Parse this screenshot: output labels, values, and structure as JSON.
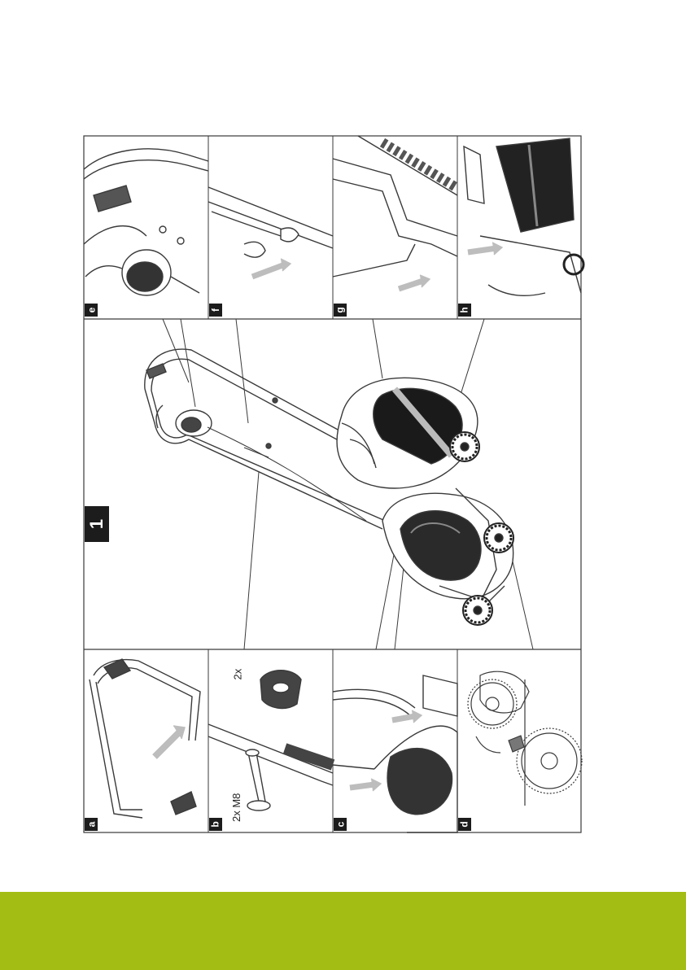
{
  "figure": {
    "number": "1",
    "panels": [
      {
        "id": "e",
        "label": "e"
      },
      {
        "id": "f",
        "label": "f"
      },
      {
        "id": "g",
        "label": "g"
      },
      {
        "id": "h",
        "label": "h"
      },
      {
        "id": "a",
        "label": "a"
      },
      {
        "id": "b",
        "label": "b"
      },
      {
        "id": "c",
        "label": "c"
      },
      {
        "id": "d",
        "label": "d"
      }
    ],
    "annotations": {
      "knob_count": "2x",
      "bolt_spec": "2x M8"
    }
  },
  "colors": {
    "footer": "#a4bd14",
    "label_bg": "#1c1c1c",
    "line": "#3a3a3a"
  }
}
